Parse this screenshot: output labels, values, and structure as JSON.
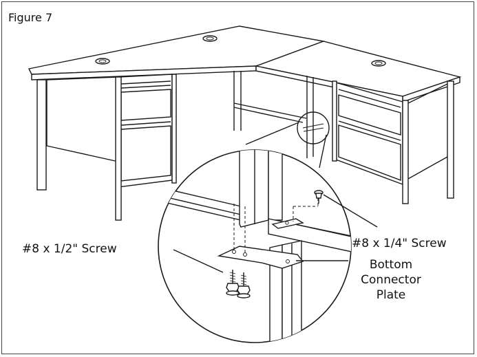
{
  "figure_label": "Figure 7",
  "callouts": {
    "small_screw": "#8 x 1/4\" Screw",
    "large_screw": "#8 x 1/2\" Screw",
    "plate_line1": "Bottom",
    "plate_line2": "Connector",
    "plate_line3": "Plate"
  }
}
